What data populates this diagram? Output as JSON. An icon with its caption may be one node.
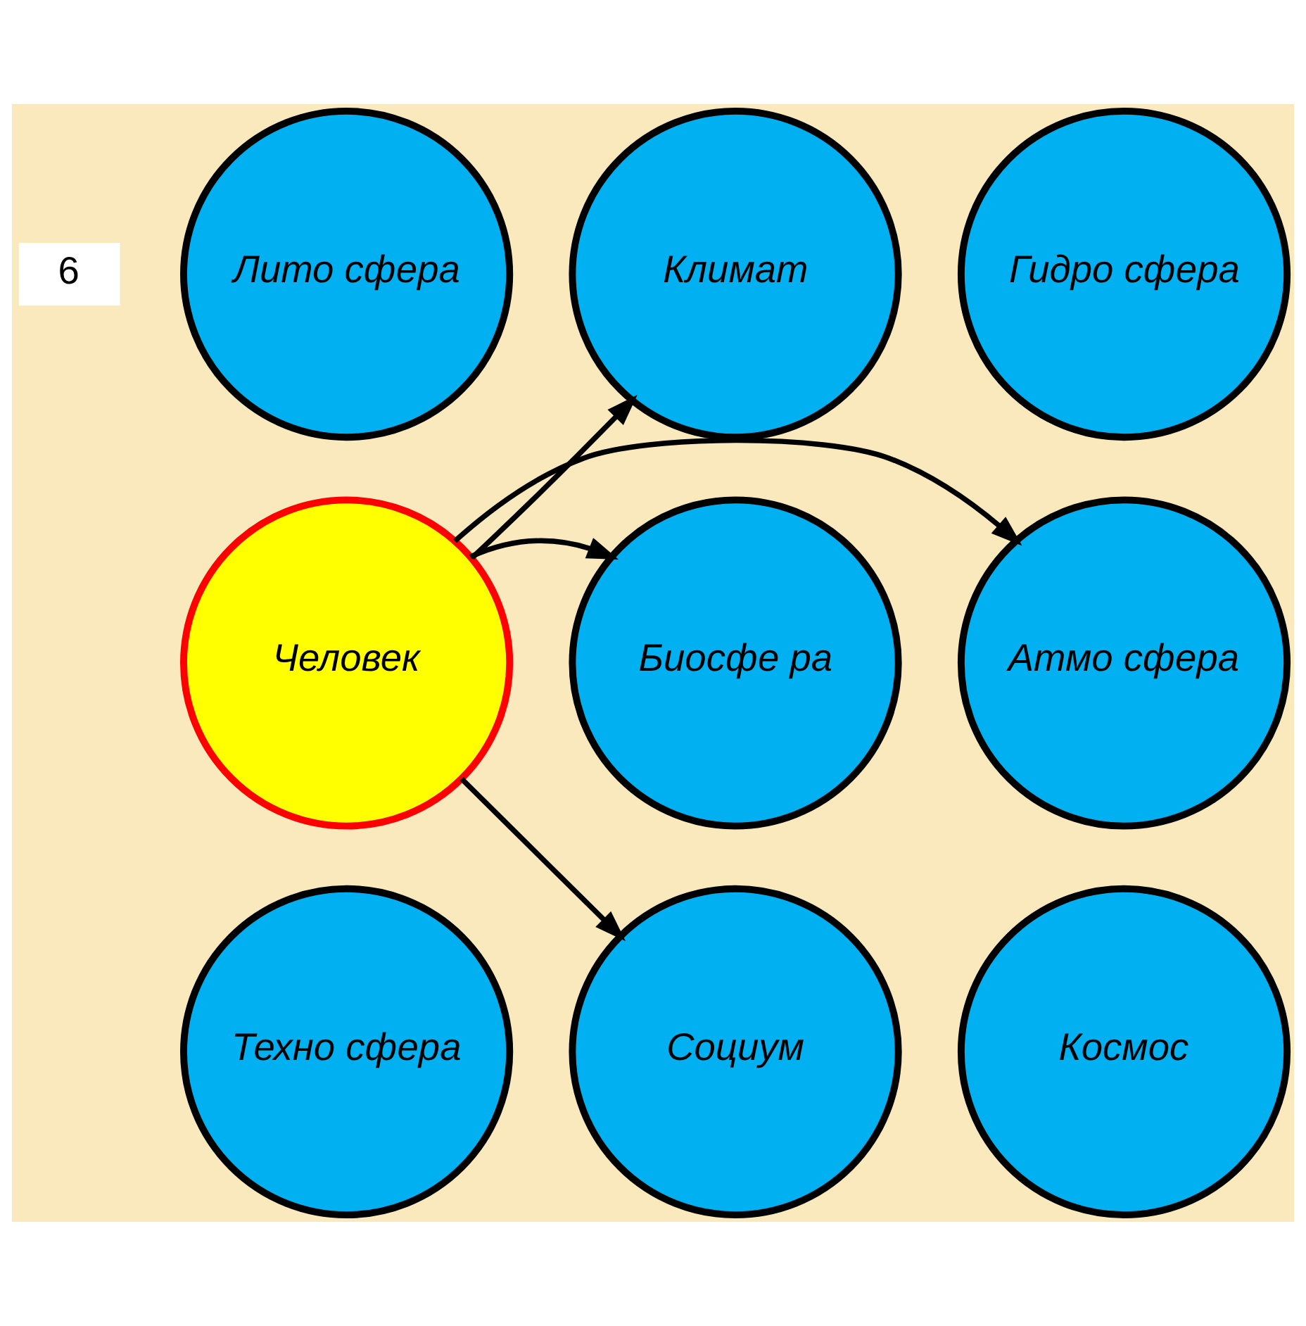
{
  "diagram": {
    "nodes": [
      {
        "text": [
          "Климат"
        ]
      },
      {
        "text": [
          "Лито сфера"
        ]
      },
      {
        "text": [
          "Гидро сфера"
        ]
      },
      {
        "text": [
          "Биосфе ра"
        ]
      },
      {
        "text": [
          "Человек"
        ]
      },
      {
        "text": [
          "Атмо сфера"
        ]
      },
      {
        "text": [
          "Техно сфера"
        ]
      },
      {
        "text": [
          "Социум"
        ]
      },
      {
        "text": [
          "Космос"
        ]
      }
    ],
    "edges": [
      {
        "from": 4,
        "to": 0,
        "arrow": "to"
      },
      {
        "from": 4,
        "to": 3,
        "arrow": "to"
      },
      {
        "from": 4,
        "to": 5,
        "arrow": "to"
      },
      {
        "from": 4,
        "to": 7,
        "arrow": "to"
      }
    ],
    "labels": [
      "6"
    ]
  }
}
